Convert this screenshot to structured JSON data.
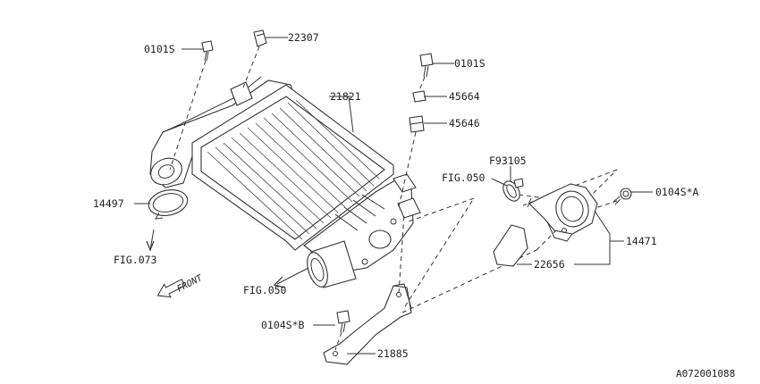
{
  "diagram": {
    "colors": {
      "ink": "#333333",
      "paper": "#ffffff"
    },
    "labels": {
      "bolt_top_left": "0101S",
      "clip_top": "22307",
      "bolt_top_right": "0101S",
      "intercooler": "21821",
      "cushion_upper": "45664",
      "cushion_lower": "45646",
      "hose_clamp": "F93105",
      "fig_050_upper": "FIG.050",
      "bolt_a": "0104S*A",
      "gasket_left": "14497",
      "fig_073": "FIG.073",
      "duct": "14471",
      "gasket_right": "22656",
      "fig_050_lower": "FIG.050",
      "bolt_b": "0104S*B",
      "bracket": "21885",
      "front_marker": "FRONT",
      "drawing_code": "A072001088"
    }
  }
}
